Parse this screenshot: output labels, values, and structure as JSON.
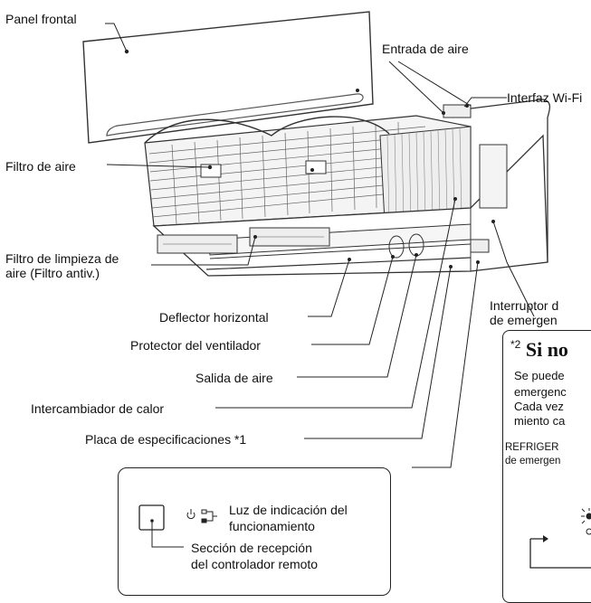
{
  "labels": {
    "panel_frontal": "Panel frontal",
    "entrada_aire": "Entrada de aire",
    "interfaz_wifi": "Interfaz Wi-Fi",
    "filtro_aire": "Filtro de aire",
    "filtro_limpieza": "Filtro de limpieza de aire (Filtro antiv.)",
    "deflector": "Deflector horizontal",
    "protector": "Protector del ventilador",
    "salida": "Salida de aire",
    "intercambiador": "Intercambiador de calor",
    "placa": "Placa de especificaciones *1",
    "interruptor_l1": "Interruptor d",
    "interruptor_l2": "de emergen"
  },
  "inset": {
    "luz_l1": "Luz de indicación del",
    "luz_l2": "funcionamiento",
    "seccion_l1": "Sección de recepción",
    "seccion_l2": "del controlador remoto"
  },
  "side_panel": {
    "sup": "*2",
    "title": "Si no",
    "lines": [
      "Se puede",
      "emergenc",
      "Cada vez",
      "miento ca"
    ],
    "small_lines": [
      "REFRIGER",
      "de emergen"
    ]
  }
}
